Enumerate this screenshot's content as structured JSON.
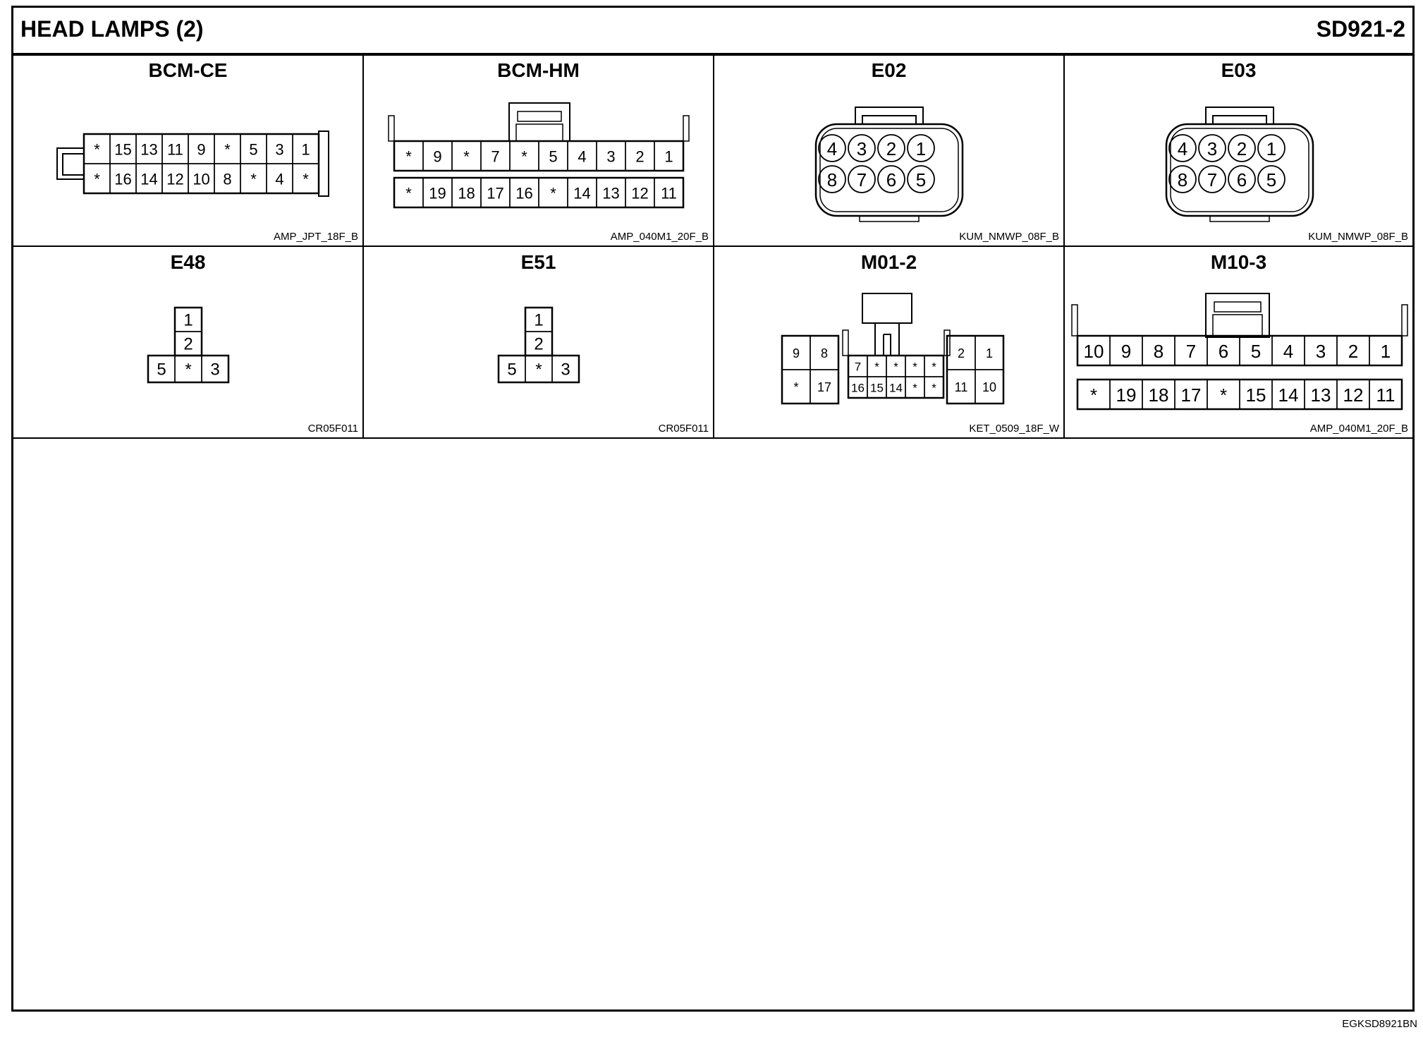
{
  "page": {
    "title": "HEAD LAMPS (2)",
    "code": "SD921-2",
    "id": "EGKSD8921BN"
  },
  "connectors": [
    {
      "name": "BCM-CE",
      "type": "AMP_JPT_18F_B",
      "rows": [
        [
          "*",
          "15",
          "13",
          "11",
          "9",
          "*",
          "5",
          "3",
          "1"
        ],
        [
          "*",
          "16",
          "14",
          "12",
          "10",
          "8",
          "*",
          "4",
          "*"
        ]
      ]
    },
    {
      "name": "BCM-HM",
      "type": "AMP_040M1_20F_B",
      "rows": [
        [
          "*",
          "9",
          "*",
          "7",
          "*",
          "5",
          "4",
          "3",
          "2",
          "1"
        ],
        [
          "*",
          "19",
          "18",
          "17",
          "16",
          "*",
          "14",
          "13",
          "12",
          "11"
        ]
      ]
    },
    {
      "name": "E02",
      "type": "KUM_NMWP_08F_B",
      "rows": [
        [
          "4",
          "3",
          "2",
          "1"
        ],
        [
          "8",
          "7",
          "6",
          "5"
        ]
      ]
    },
    {
      "name": "E03",
      "type": "KUM_NMWP_08F_B",
      "rows": [
        [
          "4",
          "3",
          "2",
          "1"
        ],
        [
          "8",
          "7",
          "6",
          "5"
        ]
      ]
    },
    {
      "name": "E48",
      "type": "CR05F011",
      "pins": [
        "1",
        "2",
        "5",
        "*",
        "3"
      ]
    },
    {
      "name": "E51",
      "type": "CR05F011",
      "pins": [
        "1",
        "2",
        "5",
        "*",
        "3"
      ]
    },
    {
      "name": "M01-2",
      "type": "KET_0509_18F_W",
      "left": [
        [
          "9",
          "8"
        ],
        [
          "*",
          "17"
        ]
      ],
      "mid": [
        [
          "7",
          "*",
          "*",
          "*",
          "*"
        ],
        [
          "16",
          "15",
          "14",
          "*",
          "*"
        ]
      ],
      "right": [
        [
          "2",
          "1"
        ],
        [
          "11",
          "10"
        ]
      ]
    },
    {
      "name": "M10-3",
      "type": "AMP_040M1_20F_B",
      "rows": [
        [
          "10",
          "9",
          "8",
          "7",
          "6",
          "5",
          "4",
          "3",
          "2",
          "1"
        ],
        [
          "*",
          "19",
          "18",
          "17",
          "*",
          "15",
          "14",
          "13",
          "12",
          "11"
        ]
      ]
    }
  ]
}
